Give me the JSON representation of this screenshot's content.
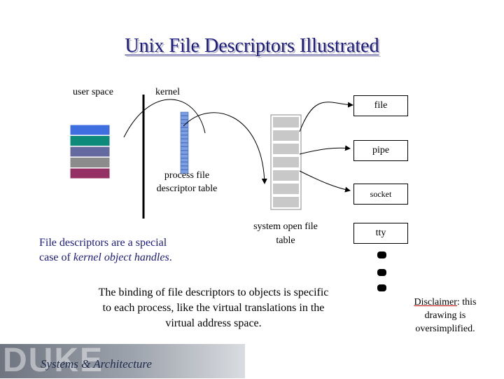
{
  "title": "Unix File Descriptors Illustrated",
  "regions": {
    "user_space": "user space",
    "kernel": "kernel"
  },
  "objects": [
    {
      "label": "file"
    },
    {
      "label": "pipe"
    },
    {
      "label": "socket"
    },
    {
      "label": "tty"
    }
  ],
  "labels": {
    "fd_table": "process file descriptor table",
    "open_file_table": "system open file table"
  },
  "note": {
    "line1": "File descriptors are a special",
    "line2_prefix": "case of ",
    "line2_italic": "kernel object handles",
    "line2_suffix": "."
  },
  "binding_text": "The binding of file descriptors to objects is specific to each process, like the virtual translations in the virtual address space.",
  "disclaimer": {
    "underlined": "Disclaimer",
    "rest": ": this drawing is oversimplified."
  },
  "footer": {
    "logo": "DUKE",
    "subtitle": "Systems & Architecture"
  },
  "colors": {
    "title": "#1a1a80",
    "process_blocks": [
      "#3f6ee0",
      "#0e8a7a",
      "#646aa0",
      "#8c8c8c",
      "#943064"
    ],
    "fd_cell": "#7b9fe0",
    "open_file_cell": "#c8c8c8"
  }
}
